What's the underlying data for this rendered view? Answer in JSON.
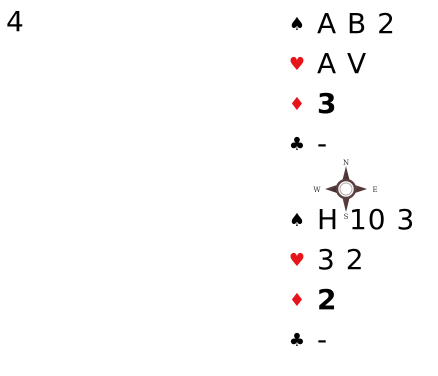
{
  "board": {
    "number": "4"
  },
  "north": {
    "spades": {
      "symbol": "♠",
      "cards": "A B 2"
    },
    "hearts": {
      "symbol": "♥",
      "cards": "A V"
    },
    "diamonds": {
      "symbol": "♦",
      "cards": "3"
    },
    "clubs": {
      "symbol": "♣",
      "cards": "-"
    }
  },
  "compass": {
    "n": "N",
    "e": "E",
    "s": "S",
    "w": "W"
  },
  "south": {
    "spades": {
      "symbol": "♠",
      "cards": "H 10 3"
    },
    "hearts": {
      "symbol": "♥",
      "cards": "3 2"
    },
    "diamonds": {
      "symbol": "♦",
      "cards": "2"
    },
    "clubs": {
      "symbol": "♣",
      "cards": "-"
    }
  },
  "colors": {
    "red_suit": "#e8141c",
    "black_suit": "#000000"
  }
}
